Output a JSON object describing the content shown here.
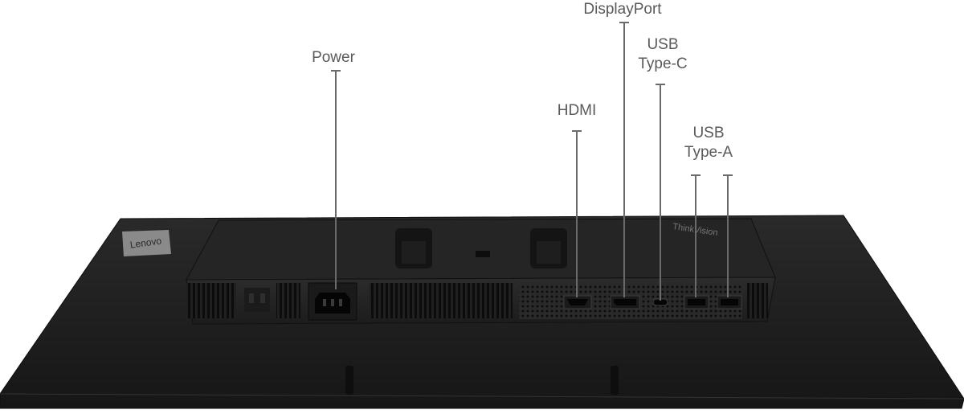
{
  "figure": {
    "description_visible": false,
    "colors": {
      "background": "#ffffff",
      "monitor_body": "#1e1e1e",
      "panel": "#262626",
      "label_text": "#5a5a5a",
      "leader_line": "#6b6b6b",
      "logo_plate": "#8a8a8a"
    }
  },
  "brand": {
    "logo_text": "Lenovo",
    "series_text": "ThinkVision"
  },
  "callouts": {
    "power": {
      "lines": [
        "Power"
      ],
      "icon": "power-port"
    },
    "hdmi": {
      "lines": [
        "HDMI"
      ],
      "icon": "hdmi-port"
    },
    "displayport": {
      "lines": [
        "DisplayPort"
      ],
      "icon": "displayport-port"
    },
    "usb_c": {
      "lines": [
        "USB",
        "Type-C"
      ],
      "icon": "usb-c-port"
    },
    "usb_a": {
      "lines": [
        "USB",
        "Type-A"
      ],
      "icon": "usb-a-port"
    }
  }
}
